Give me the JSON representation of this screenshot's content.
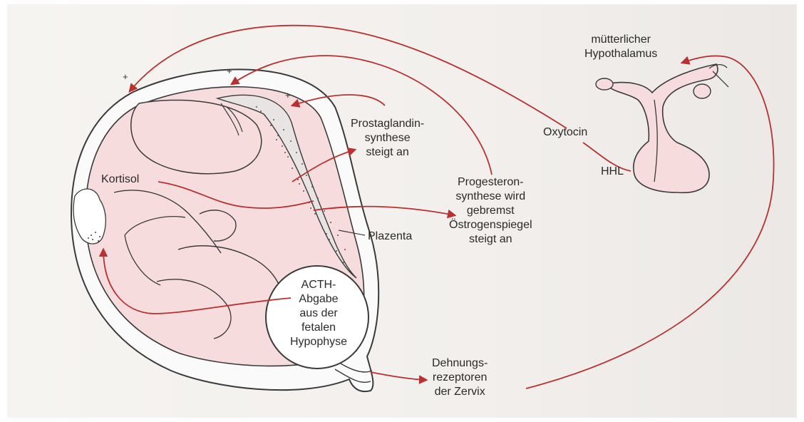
{
  "labels": {
    "hypothalamus": [
      "mütterlicher",
      "Hypothalamus"
    ],
    "oxytocin": "Oxytocin",
    "hhl": "HHL",
    "prostaglandin": [
      "Prostaglandin-",
      "synthese",
      "steigt an"
    ],
    "progesteron": [
      "Progesteron-",
      "synthese wird",
      "gebremst",
      "Östrogenspiegel",
      "steigt an"
    ],
    "kortisol": "Kortisol",
    "plazenta": "Plazenta",
    "acth": [
      "ACTH-",
      "Abgabe",
      "aus der",
      "fetalen",
      "Hypophyse"
    ],
    "dehnung": [
      "Dehnungs-",
      "rezeptoren",
      "der Zervix"
    ],
    "plus_signs": [
      "+",
      "+",
      "+"
    ]
  },
  "colors": {
    "arrow": "#b8312f",
    "uterus_fill": "#f6dcdc",
    "outline": "#3a3a3a",
    "page": "#f4f2ef"
  }
}
